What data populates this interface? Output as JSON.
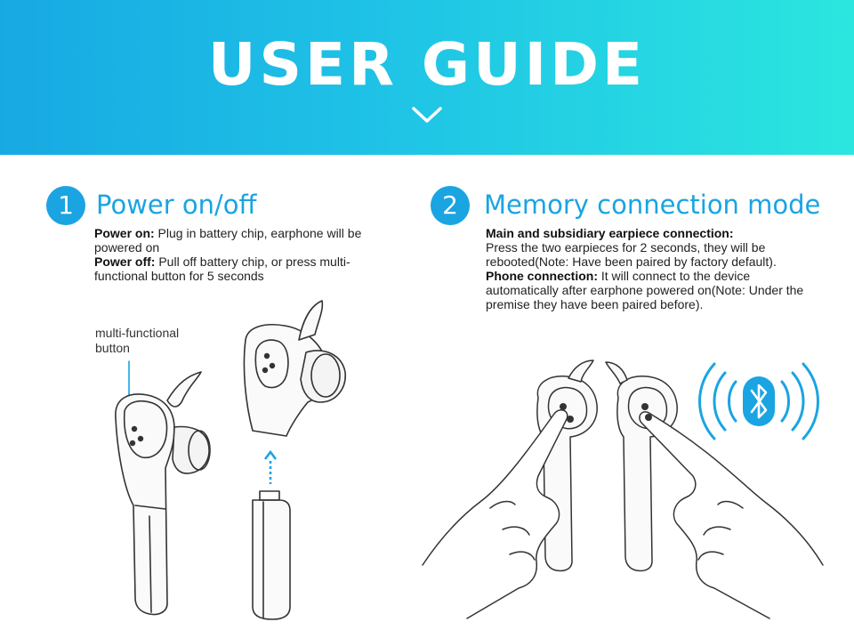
{
  "banner": {
    "title": "USER GUIDE",
    "colors": {
      "start": "#17a9e3",
      "end": "#2be6df"
    }
  },
  "accent_color": "#1aa4e2",
  "section1": {
    "number": "1",
    "title": "Power on/off",
    "power_on_label": "Power on:",
    "power_on_text": " Plug in battery chip, earphone will be powered on",
    "power_off_label": "Power off:",
    "power_off_text": " Pull off battery chip, or press multi-functional button for 5 seconds",
    "callout": "multi-functional button"
  },
  "section2": {
    "number": "2",
    "title": "Memory connection mode",
    "main_label": "Main and subsidiary earpiece connection:",
    "main_text": "Press the two earpieces for 2 seconds, they will be rebooted(Note: Have been paired by factory default).",
    "phone_label": "Phone connection:",
    "phone_text": " It will connect to the device automatically after earphone powered on(Note: Under the premise they have been paired before)."
  },
  "icons": [
    "chevron-down-icon",
    "bluetooth-icon"
  ]
}
